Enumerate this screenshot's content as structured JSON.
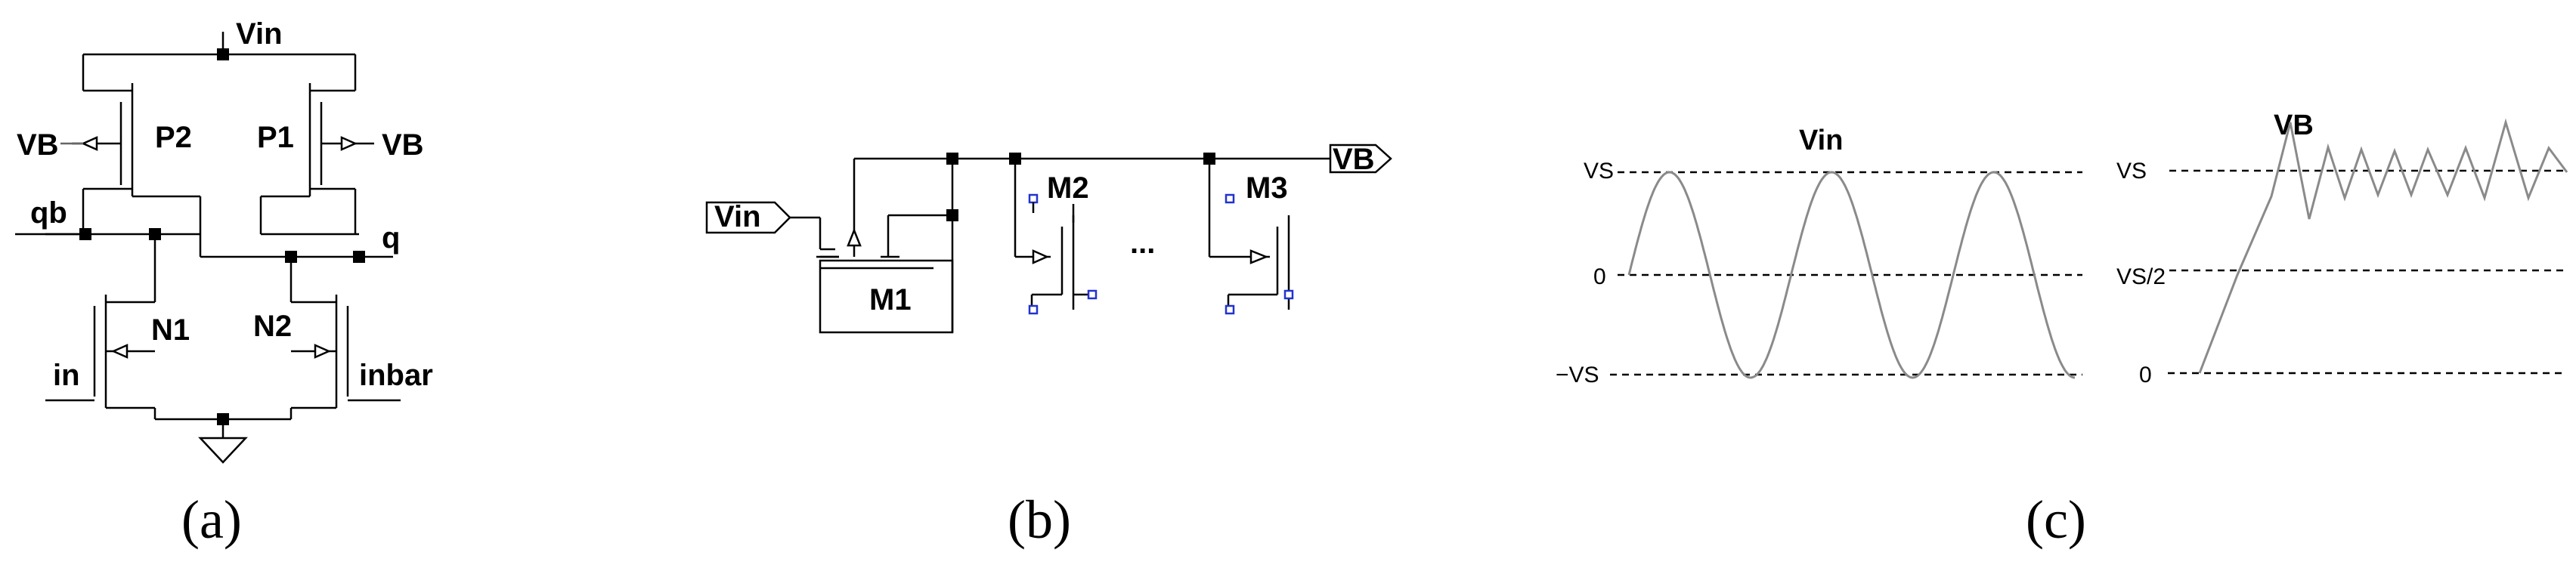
{
  "panel_a": {
    "labels": {
      "vin": "Vin",
      "vb_left": "VB",
      "vb_right": "VB",
      "p2": "P2",
      "p1": "P1",
      "qb": "qb",
      "q": "q",
      "n1": "N1",
      "n2": "N2",
      "in": "in",
      "inbar": "inbar"
    },
    "caption": "(a)"
  },
  "panel_b": {
    "labels": {
      "vin": "Vin",
      "vb": "VB",
      "m1": "M1",
      "m2": "M2",
      "m3": "M3",
      "ellipsis": "..."
    },
    "caption": "(b)"
  },
  "panel_c": {
    "vin_plot": {
      "title": "Vin",
      "levels": [
        "VS",
        "0",
        "−VS"
      ],
      "waveform": "sine"
    },
    "vb_plot": {
      "title": "VB",
      "levels": [
        "VS",
        "VS/2",
        "0"
      ],
      "waveform": "ramp-then-ripple"
    },
    "caption": "(c)"
  }
}
